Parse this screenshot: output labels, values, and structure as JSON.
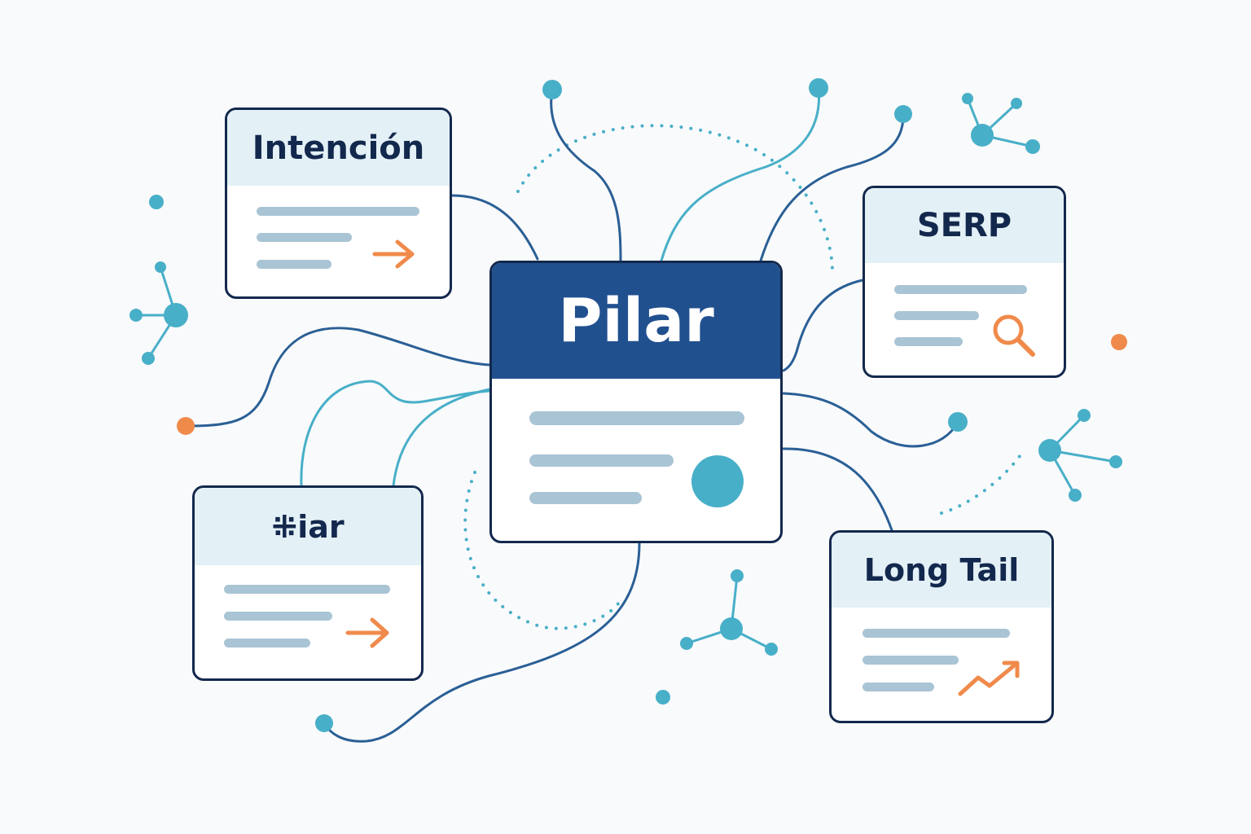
{
  "colors": {
    "background": "#f9fafb",
    "navy": "#13284d",
    "pilar_header": "#21508f",
    "card_header": "#e3f0f6",
    "text_bar": "#a9c4d4",
    "teal": "#48afc8",
    "blue_line": "#2a5f96",
    "orange": "#f08a4b"
  },
  "pilar": {
    "title": "Pilar",
    "icon": "circle-icon"
  },
  "cards": {
    "intencion": {
      "title": "Intención",
      "icon": "arrow-right-icon"
    },
    "serp": {
      "title": "SERP",
      "icon": "magnifier-icon"
    },
    "iar": {
      "title": "⁜iar",
      "icon": "arrow-right-icon"
    },
    "longtail": {
      "title": "Long Tail",
      "icon": "trend-up-icon"
    }
  }
}
